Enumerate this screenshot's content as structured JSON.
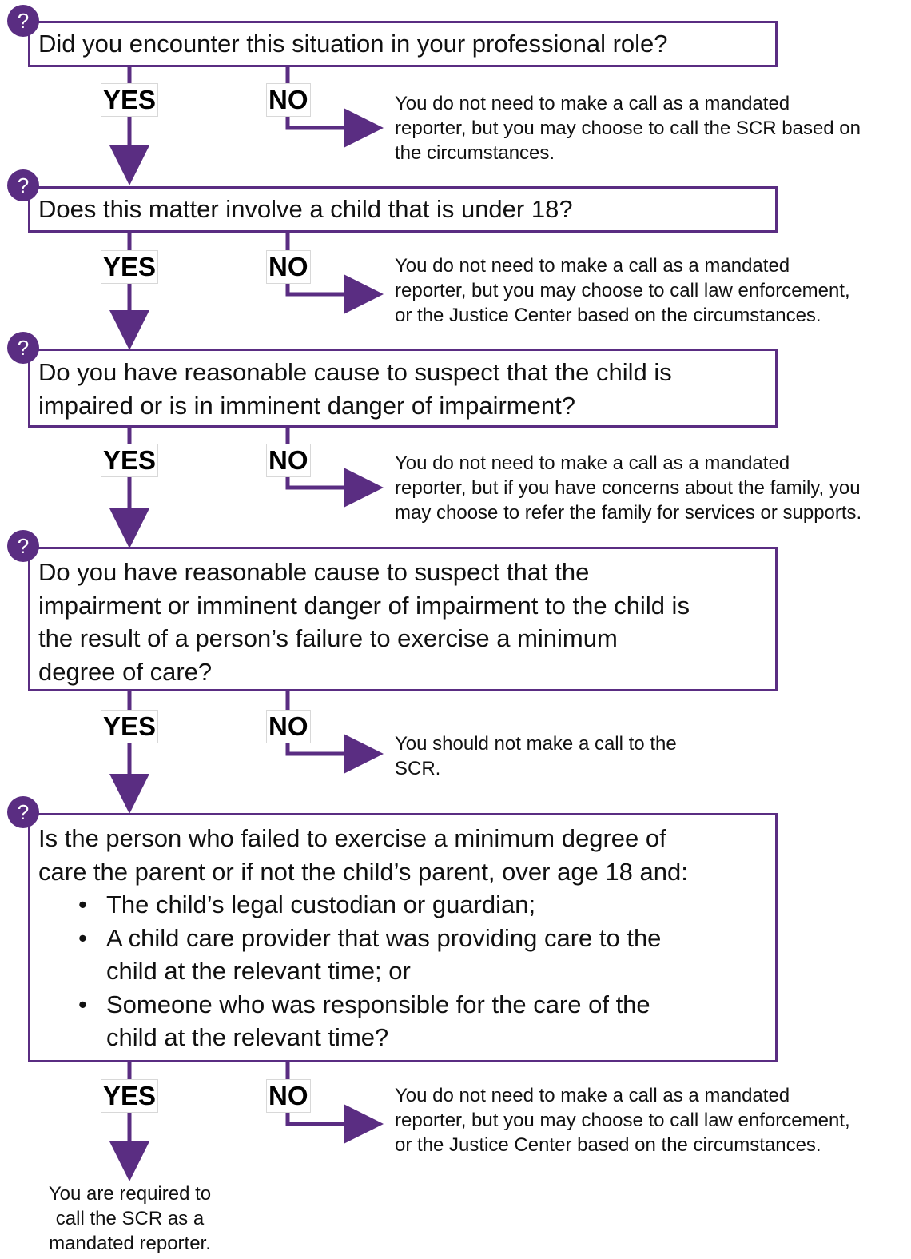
{
  "help_icon": "?",
  "accent_color": "#5a2d82",
  "steps": [
    {
      "question": [
        "Did you encounter this situation in your professional role?"
      ],
      "yes": "YES",
      "no": "NO",
      "no_result": [
        "You do not need to make a call as a mandated",
        "reporter, but you may choose to call the SCR based on",
        "the circumstances."
      ]
    },
    {
      "question": [
        "Does this matter involve a child that is under 18?"
      ],
      "yes": "YES",
      "no": "NO",
      "no_result": [
        "You do not need to make a call as a mandated",
        "reporter, but you may choose to call law enforcement,",
        "or the Justice Center based on the circumstances."
      ]
    },
    {
      "question": [
        "Do you have reasonable cause to suspect that the child is",
        "impaired or is in imminent danger of impairment?"
      ],
      "yes": "YES",
      "no": "NO",
      "no_result": [
        "You do not need to make a call as a mandated",
        "reporter, but if you have concerns about the family, you",
        "may choose to refer the family for services or supports."
      ]
    },
    {
      "question": [
        "Do you have reasonable cause to suspect that the",
        "impairment or imminent danger of impairment to the child is",
        "the result of a person’s failure to exercise a minimum",
        "degree of care?"
      ],
      "yes": "YES",
      "no": "NO",
      "no_result": [
        "You should not make a call to the",
        "SCR."
      ]
    },
    {
      "question": [
        "Is the person who failed to exercise a minimum degree of",
        "care the parent or if not the child’s parent, over age 18 and:"
      ],
      "bullets": [
        [
          "The child’s legal custodian or guardian;"
        ],
        [
          "A child care provider that was providing care to the",
          "child at the relevant time; or"
        ],
        [
          "Someone who was responsible for the care of the",
          "child at the relevant time?"
        ]
      ],
      "yes": "YES",
      "no": "NO",
      "no_result": [
        "You do not need to make a call as a mandated",
        "reporter, but you may choose to call law enforcement,",
        "or the Justice Center based on the circumstances."
      ]
    }
  ],
  "final_result": [
    "You are required to",
    "call the SCR as a",
    "mandated reporter."
  ]
}
